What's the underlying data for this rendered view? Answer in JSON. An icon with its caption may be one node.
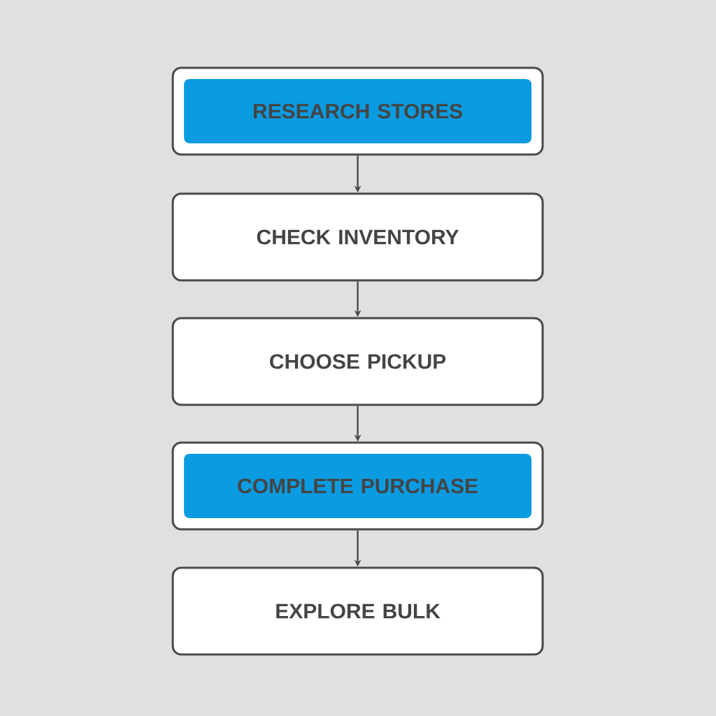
{
  "diagram": {
    "nodes": [
      {
        "text": [
          "RESEARCH STORES"
        ]
      },
      {
        "text": [
          "CHECK INVENTORY"
        ]
      },
      {
        "text": [
          "CHOOSE PICKUP"
        ]
      },
      {
        "text": [
          "COMPLETE PURCHASE"
        ]
      },
      {
        "text": [
          "EXPLORE BULK"
        ]
      }
    ],
    "edges": [
      {
        "from": 0,
        "to": 1,
        "arrow": "to"
      },
      {
        "from": 1,
        "to": 2,
        "arrow": "to"
      },
      {
        "from": 2,
        "to": 3,
        "arrow": "to"
      },
      {
        "from": 3,
        "to": 4,
        "arrow": "to"
      }
    ]
  }
}
